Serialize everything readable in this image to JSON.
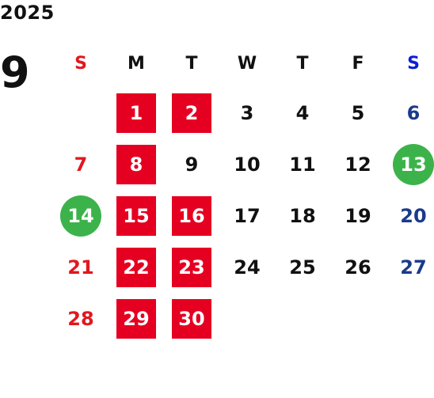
{
  "year": "2025",
  "month": "9",
  "weekdays": [
    "S",
    "M",
    "T",
    "W",
    "T",
    "F",
    "S"
  ],
  "weeks": [
    [
      "",
      "1",
      "2",
      "3",
      "4",
      "5",
      "6"
    ],
    [
      "7",
      "8",
      "9",
      "10",
      "11",
      "12",
      "13"
    ],
    [
      "14",
      "15",
      "16",
      "17",
      "18",
      "19",
      "20"
    ],
    [
      "21",
      "22",
      "23",
      "24",
      "25",
      "26",
      "27"
    ],
    [
      "28",
      "29",
      "30",
      "",
      "",
      "",
      ""
    ]
  ],
  "highlight_red_days": [
    "1",
    "2",
    "8",
    "15",
    "16",
    "22",
    "23",
    "29",
    "30"
  ],
  "highlight_green_days": [
    "13",
    "14"
  ],
  "colors": {
    "red_square": "#e50021",
    "green_circle": "#3cb34a",
    "sunday": "#e1171f",
    "saturday": "#1a3a8c",
    "saturday_header": "#0a1fd6",
    "text": "#111111"
  }
}
